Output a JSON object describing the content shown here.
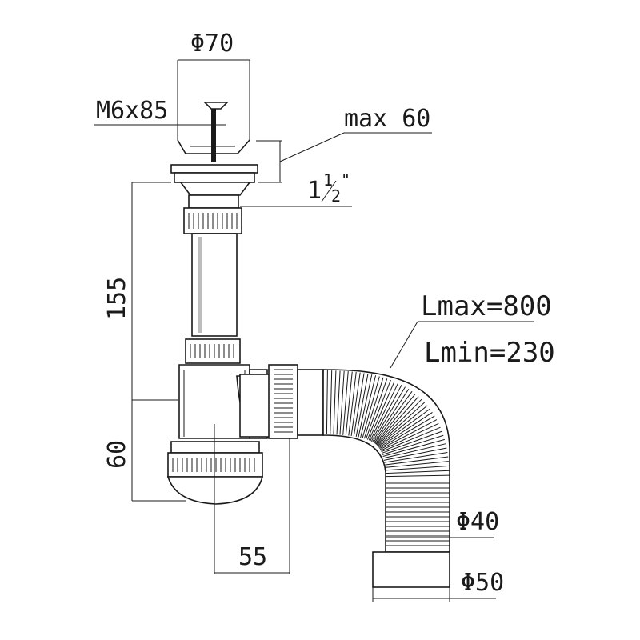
{
  "labels": {
    "phi70": "Φ70",
    "m6x85": "M6x85",
    "max60": "max 60",
    "thread_whole": "1",
    "thread_num": "1",
    "thread_den": "2",
    "thread_inch": "\"",
    "dim155": "155",
    "dim60": "60",
    "dim55": "55",
    "lmax": "Lmax=800",
    "lmin": "Lmin=230",
    "phi40": "Φ40",
    "phi50": "Φ50"
  }
}
